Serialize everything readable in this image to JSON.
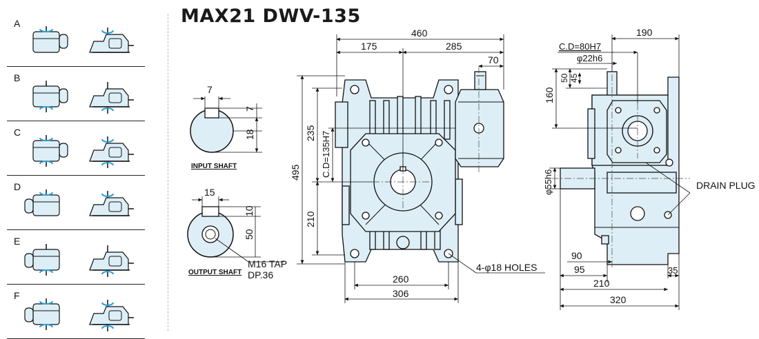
{
  "title": "MAX21 DWV-135",
  "mountings": [
    {
      "label": "A"
    },
    {
      "label": "B"
    },
    {
      "label": "C"
    },
    {
      "label": "D"
    },
    {
      "label": "E"
    },
    {
      "label": "F"
    }
  ],
  "input_shaft": {
    "caption": "INPUT SHAFT",
    "dim_key": "7",
    "dim_key_depth": "7",
    "dim_height": "18"
  },
  "output_shaft": {
    "caption": "OUTPUT SHAFT",
    "dim_key": "15",
    "dim_key_depth": "10",
    "dim_height": "50",
    "tap": "M16 TAP",
    "depth": "DP.36"
  },
  "front": {
    "overall_width": "460",
    "left_width": "175",
    "right_width": "285",
    "input_offset": "70",
    "overall_height": "495",
    "upper_height": "235",
    "lower_height": "210",
    "center_distance": "C.D=135H7",
    "base_inner": "260",
    "base_outer": "306",
    "holes": "4-φ18 HOLES"
  },
  "side": {
    "width_top": "190",
    "center_distance": "C.D=80H7",
    "input_dia": "φ22h6",
    "shaft_len_a": "50",
    "shaft_len_b": "45",
    "height_160": "160",
    "output_dia": "φ55h6",
    "drain": "DRAIN PLUG",
    "dim_90": "90",
    "dim_95": "95",
    "dim_210": "210",
    "dim_320": "320",
    "dim_35": "35"
  },
  "colors": {
    "body_fill": "#ddeef6",
    "line": "#1a1a1a",
    "arrow": "#2a9fd8"
  }
}
